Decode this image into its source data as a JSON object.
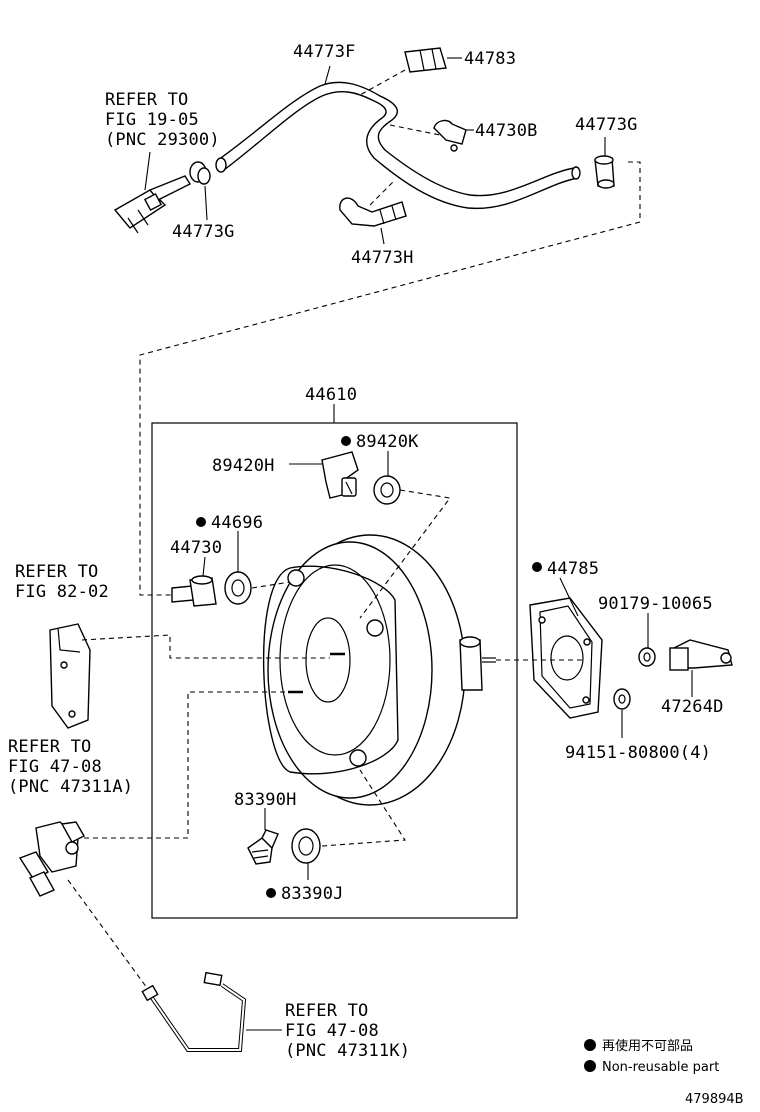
{
  "labels": {
    "p44773F": "44773F",
    "p44783": "44783",
    "p44730B": "44730B",
    "p44773G_right": "44773G",
    "p44773G_left": "44773G",
    "p44773H": "44773H",
    "refer_29300": [
      "REFER TO",
      "FIG 19-05",
      "(PNC 29300)"
    ],
    "p44610": "44610",
    "p89420K": "89420K",
    "p89420H": "89420H",
    "p44696": "44696",
    "p44730": "44730",
    "refer_82_02": [
      "REFER TO",
      "FIG 82-02"
    ],
    "refer_47311A": [
      "REFER TO",
      "FIG 47-08",
      "(PNC 47311A)"
    ],
    "p44785": "44785",
    "p90179": "90179-10065",
    "p47264D": "47264D",
    "p94151": "94151-80800(4)",
    "p83390H": "83390H",
    "p83390J": "83390J",
    "refer_47311K": [
      "REFER TO",
      "FIG 47-08",
      "(PNC 47311K)"
    ]
  },
  "legend": {
    "item_jp": "再使用不可部品",
    "item_en": "Non-reusable part"
  },
  "figure_id": "479894B"
}
